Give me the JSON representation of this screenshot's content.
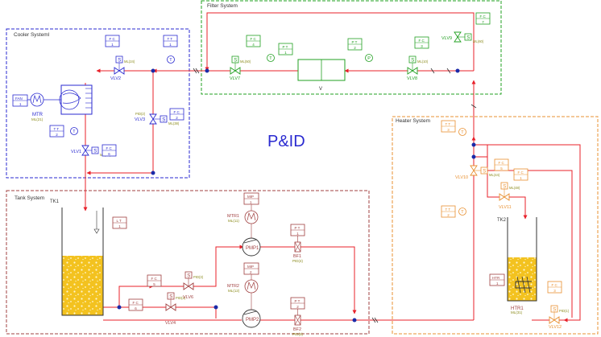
{
  "title": "P&ID",
  "systems": {
    "filter": "Filter System",
    "cooler": "Cooler Systeml",
    "heater": "Heater System",
    "tank": "Tank System"
  },
  "colors": {
    "pipe": "#e8202a",
    "cooler": "#2a2ad0",
    "filter": "#22a022",
    "heater": "#e89030",
    "tank": "#a04040",
    "junction": "#1a2aa8",
    "liquid": "#f3c21f",
    "olive": "#8a8a1a"
  },
  "tanks": {
    "tk1": "TK1",
    "tk2": "TK2"
  },
  "filter_vessel": {
    "tag": "V"
  },
  "fan": {
    "box": "FAN",
    "num": "1"
  },
  "cooler_motor": {
    "tag": "MTR",
    "sub": "ML(21)"
  },
  "motors": [
    {
      "id": "mtr1",
      "tag": "MTR1",
      "sub": "ML(11)",
      "box": "MIP",
      "num": "1"
    },
    {
      "id": "mtr2",
      "tag": "MTR2",
      "sub": "ML(12)",
      "box": "MIP",
      "num": "2"
    }
  ],
  "pumps": [
    {
      "id": "pmp1",
      "tag": "PMP1"
    },
    {
      "id": "pmp2",
      "tag": "PMP2"
    }
  ],
  "heater": {
    "tag": "HTR1",
    "sub": "ML(31)",
    "box": "HTR",
    "num": "1"
  },
  "breakers": [
    {
      "id": "bf1",
      "tag": "BF1",
      "sub": "PID(4)"
    },
    {
      "id": "bf2",
      "tag": "BF2",
      "sub": "PID(5)"
    }
  ],
  "valves": [
    {
      "id": "vlv1",
      "tag": "VLV1",
      "sub": "ML(98)"
    },
    {
      "id": "vlv2",
      "tag": "VLV2",
      "sub": "ML(24)"
    },
    {
      "id": "vlv3",
      "tag": "VLV3",
      "sub": "ML(38)",
      "pid": "PID(2)"
    },
    {
      "id": "vlv4",
      "tag": "VLV4",
      "sub": "PID(2)"
    },
    {
      "id": "vlv6",
      "tag": "VLV6",
      "sub": "PID(3)"
    },
    {
      "id": "vlv7",
      "tag": "VLV7",
      "sub": "ML(50)"
    },
    {
      "id": "vlv8",
      "tag": "VLV8",
      "sub": "ML(10)"
    },
    {
      "id": "vlv9",
      "tag": "VLV9",
      "sub": "ML(60)"
    },
    {
      "id": "vlv10",
      "tag": "VLV10",
      "sub": "ML(44)"
    },
    {
      "id": "vlv11",
      "tag": "VLV11",
      "sub": "ML(48)"
    },
    {
      "id": "vlv12",
      "tag": "VLV12",
      "sub": "PID(1)"
    }
  ],
  "instruments": [
    {
      "id": "fc-filter-4",
      "label": "F C",
      "num": "4"
    },
    {
      "id": "pt-filter-1",
      "label": "P T",
      "num": "1"
    },
    {
      "id": "pt-filter-2",
      "label": "P T",
      "num": "2"
    },
    {
      "id": "fc-filter-3",
      "label": "F C",
      "num": "3"
    },
    {
      "id": "fc-filter-7",
      "label": "F C",
      "num": "7"
    },
    {
      "id": "fc-cooler-1",
      "label": "F C",
      "num": "1"
    },
    {
      "id": "tt-cooler-1",
      "label": "T T",
      "num": "1"
    },
    {
      "id": "tt-cooler-2",
      "label": "T T",
      "num": "2"
    },
    {
      "id": "fc-cooler-6",
      "label": "F C",
      "num": "6"
    },
    {
      "id": "fc-cooler-2",
      "label": "F C",
      "num": "2"
    },
    {
      "id": "tt-heater-3",
      "label": "T T",
      "num": "3"
    },
    {
      "id": "fc-heater-5",
      "label": "F C",
      "num": "5"
    },
    {
      "id": "fc-heater-1",
      "label": "F C",
      "num": "1"
    },
    {
      "id": "tt-heater-2",
      "label": "T T",
      "num": "2"
    },
    {
      "id": "fc-heater-3",
      "label": "F C",
      "num": "3"
    },
    {
      "id": "lt-tank-1",
      "label": "L T",
      "num": "1"
    },
    {
      "id": "fc-tank-5",
      "label": "F C",
      "num": "5"
    },
    {
      "id": "fc-tank-6",
      "label": "F C",
      "num": "6"
    },
    {
      "id": "pt-tank-1",
      "label": "P T",
      "num": "1"
    },
    {
      "id": "pt-tank-2",
      "label": "P T",
      "num": "2"
    }
  ],
  "letters": {
    "s": "S",
    "t": "T",
    "p": "P"
  }
}
